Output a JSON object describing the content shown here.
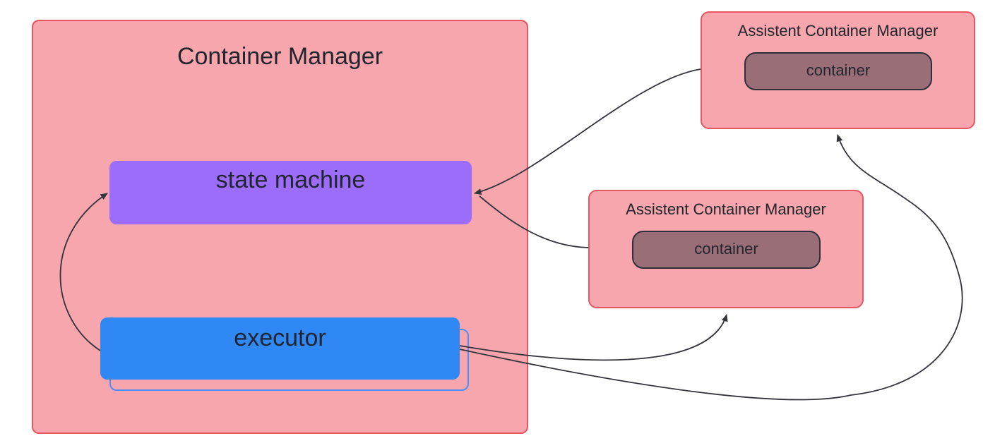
{
  "container_manager": {
    "title": "Container Manager",
    "state_machine_label": "state machine",
    "executor_label": "executor"
  },
  "assistant_top": {
    "title": "Assistent Container Manager",
    "container_label": "container"
  },
  "assistant_mid": {
    "title": "Assistent Container Manager",
    "container_label": "container"
  },
  "edges": [
    {
      "from": "executor",
      "to": "state machine"
    },
    {
      "from": "assistant-container-manager-top",
      "to": "state machine"
    },
    {
      "from": "assistant-container-manager-middle",
      "to": "state machine"
    },
    {
      "from": "executor",
      "to": "assistant-container-manager-middle"
    },
    {
      "from": "executor",
      "to": "assistant-container-manager-top"
    }
  ],
  "colors": {
    "box_fill": "#f6a6ac",
    "box_border": "#e8565f",
    "state_machine_fill": "#9c6cfa",
    "executor_fill": "#2f88f4",
    "executor_ghost_border": "#4f8ef6",
    "container_fill": "#9a6e77",
    "container_border": "#2e2f3a",
    "arrow": "#32333b",
    "text": "#23252e"
  }
}
